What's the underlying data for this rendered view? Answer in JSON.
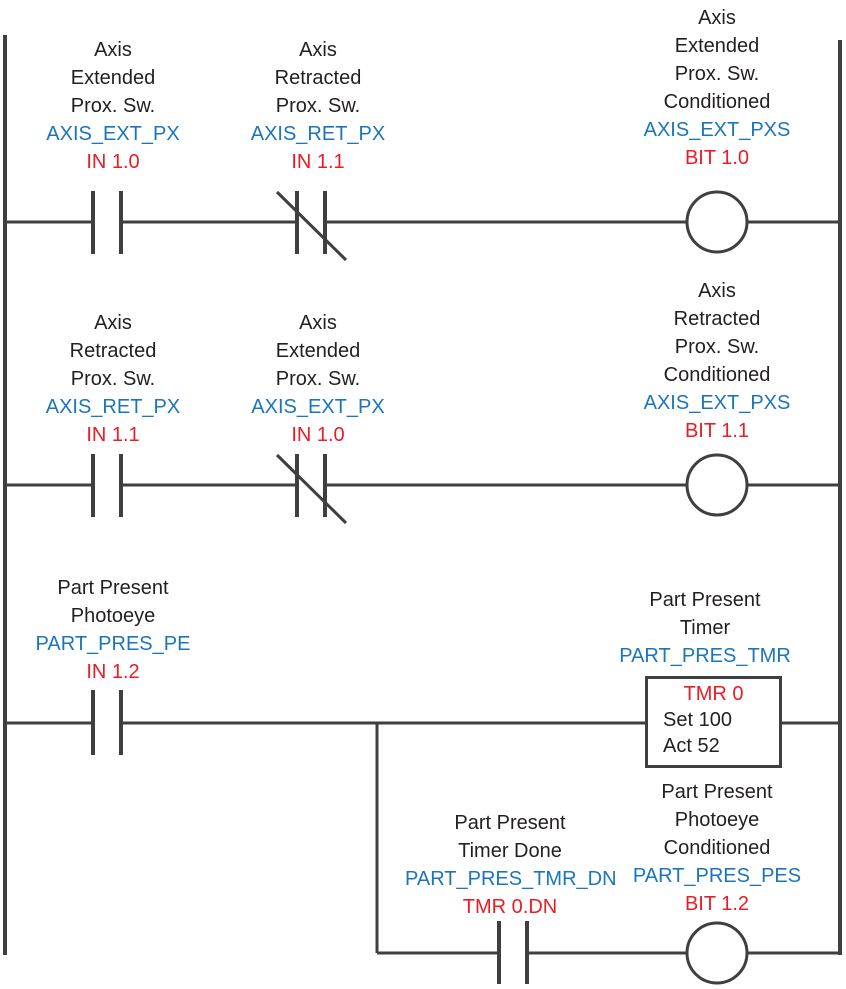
{
  "colors": {
    "label": "#231f20",
    "tag": "#1b75bc",
    "addr": "#ed1c24",
    "line": "#3f3f3f"
  },
  "rungs": [
    {
      "elements": [
        {
          "type": "no-contact",
          "label": "Axis\nExtended\nProx. Sw.",
          "tag": "AXIS_EXT_PX",
          "address": "IN 1.0"
        },
        {
          "type": "nc-contact",
          "label": "Axis\nRetracted\nProx. Sw.",
          "tag": "AXIS_RET_PX",
          "address": "IN 1.1"
        },
        {
          "type": "coil",
          "label": "Axis\nExtended\nProx. Sw.\nConditioned",
          "tag": "AXIS_EXT_PXS",
          "address": "BIT 1.0"
        }
      ]
    },
    {
      "elements": [
        {
          "type": "no-contact",
          "label": "Axis\nRetracted\nProx. Sw.",
          "tag": "AXIS_RET_PX",
          "address": "IN 1.1"
        },
        {
          "type": "nc-contact",
          "label": "Axis\nExtended\nProx. Sw.",
          "tag": "AXIS_EXT_PX",
          "address": "IN 1.0"
        },
        {
          "type": "coil",
          "label": "Axis\nRetracted\nProx. Sw.\nConditioned",
          "tag": "AXIS_EXT_PXS",
          "address": "BIT 1.1"
        }
      ]
    },
    {
      "elements": [
        {
          "type": "no-contact",
          "label": "Part Present\nPhotoeye",
          "tag": "PART_PRES_PE",
          "address": "IN 1.2"
        },
        {
          "type": "timer",
          "label": "Part Present\nTimer",
          "tag": "PART_PRES_TMR",
          "box": {
            "title": "TMR 0",
            "set": "Set 100",
            "act": "Act 52"
          }
        }
      ],
      "branch": {
        "elements": [
          {
            "type": "no-contact",
            "label": "Part Present\nTimer Done",
            "tag": "PART_PRES_TMR_DN",
            "address": "TMR 0.DN"
          },
          {
            "type": "coil",
            "label": "Part Present\nPhotoeye\nConditioned",
            "tag": "PART_PRES_PES",
            "address": "BIT 1.2"
          }
        ]
      }
    }
  ]
}
